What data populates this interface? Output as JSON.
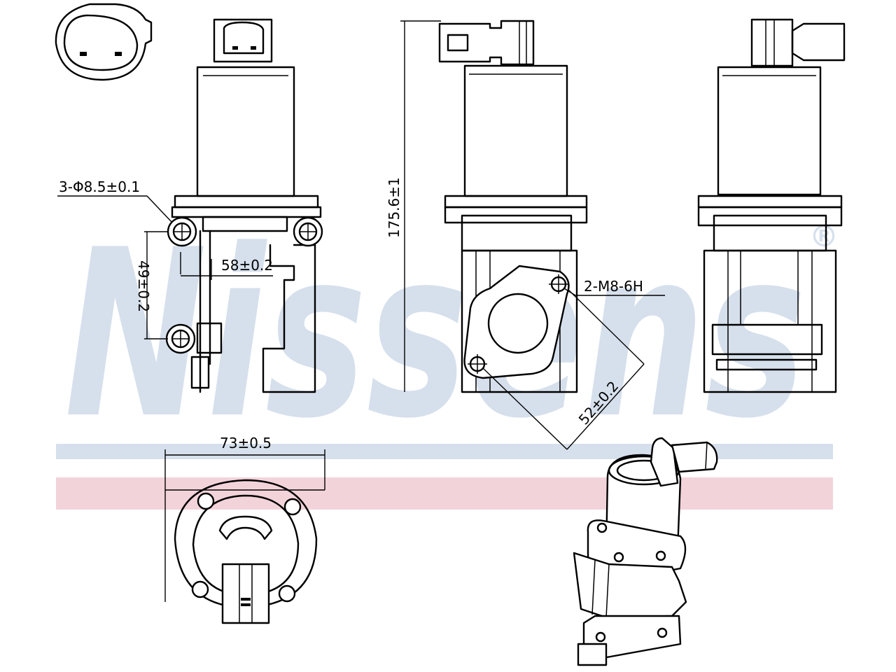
{
  "watermark": {
    "brand": "Nissens",
    "registered_mark": "®",
    "band_top_color": "#d6e0ec",
    "band_bottom_color": "#f3d3da",
    "text_color": "#d6e0ec"
  },
  "dimensions": {
    "bolt_holes": "3-Φ8.5±0.1",
    "hole_offset": "58±0.2",
    "hole_spacing": "49±0.2",
    "overall_height": "175.6±1",
    "thread": "2-M8-6H",
    "flange_diagonal": "52±0.2",
    "top_width": "73±0.5"
  },
  "colors": {
    "line": "#000000",
    "background": "#ffffff"
  }
}
